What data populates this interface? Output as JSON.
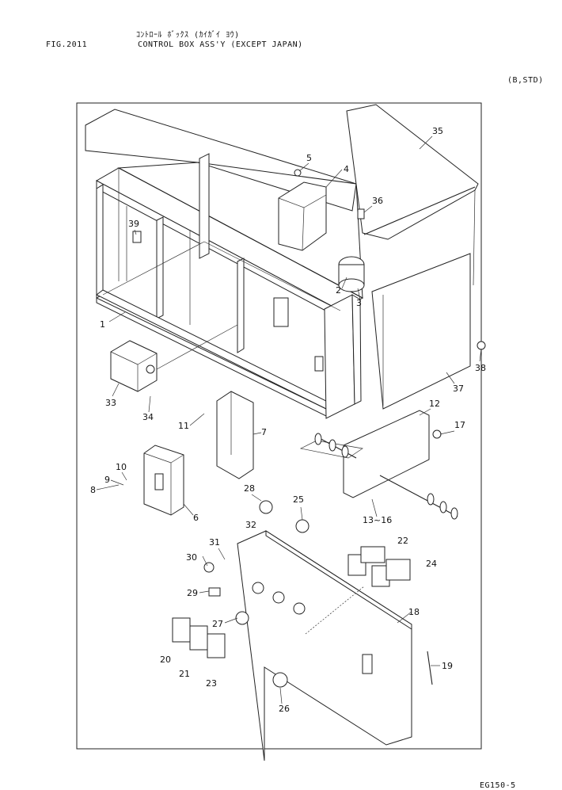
{
  "header": {
    "katakana_title": "ｺﾝﾄﾛｰﾙ ﾎﾞｯｸｽ (ｶｲｶﾞｲ ﾖｳ)",
    "fig_number": "FIG.2011",
    "title": "CONTROL BOX ASS'Y (EXCEPT JAPAN)",
    "spec": "(B,STD)"
  },
  "footer": {
    "page_code": "EG150-5"
  },
  "callouts": [
    {
      "id": "c1",
      "label": "1"
    },
    {
      "id": "c2",
      "label": "2"
    },
    {
      "id": "c3",
      "label": "3"
    },
    {
      "id": "c4",
      "label": "4"
    },
    {
      "id": "c5",
      "label": "5"
    },
    {
      "id": "c6",
      "label": "6"
    },
    {
      "id": "c7",
      "label": "7"
    },
    {
      "id": "c8",
      "label": "8"
    },
    {
      "id": "c9",
      "label": "9"
    },
    {
      "id": "c10",
      "label": "10"
    },
    {
      "id": "c11",
      "label": "11"
    },
    {
      "id": "c12",
      "label": "12"
    },
    {
      "id": "c13",
      "label": "13~16"
    },
    {
      "id": "c17",
      "label": "17"
    },
    {
      "id": "c18",
      "label": "18"
    },
    {
      "id": "c19",
      "label": "19"
    },
    {
      "id": "c20",
      "label": "20"
    },
    {
      "id": "c21",
      "label": "21"
    },
    {
      "id": "c22",
      "label": "22"
    },
    {
      "id": "c23",
      "label": "23"
    },
    {
      "id": "c24",
      "label": "24"
    },
    {
      "id": "c25",
      "label": "25"
    },
    {
      "id": "c26",
      "label": "26"
    },
    {
      "id": "c27",
      "label": "27"
    },
    {
      "id": "c28",
      "label": "28"
    },
    {
      "id": "c29",
      "label": "29"
    },
    {
      "id": "c30",
      "label": "30"
    },
    {
      "id": "c31",
      "label": "31"
    },
    {
      "id": "c32",
      "label": "32"
    },
    {
      "id": "c33",
      "label": "33"
    },
    {
      "id": "c34",
      "label": "34"
    },
    {
      "id": "c35",
      "label": "35"
    },
    {
      "id": "c36",
      "label": "36"
    },
    {
      "id": "c37",
      "label": "37"
    },
    {
      "id": "c38",
      "label": "38"
    },
    {
      "id": "c39",
      "label": "39"
    }
  ]
}
